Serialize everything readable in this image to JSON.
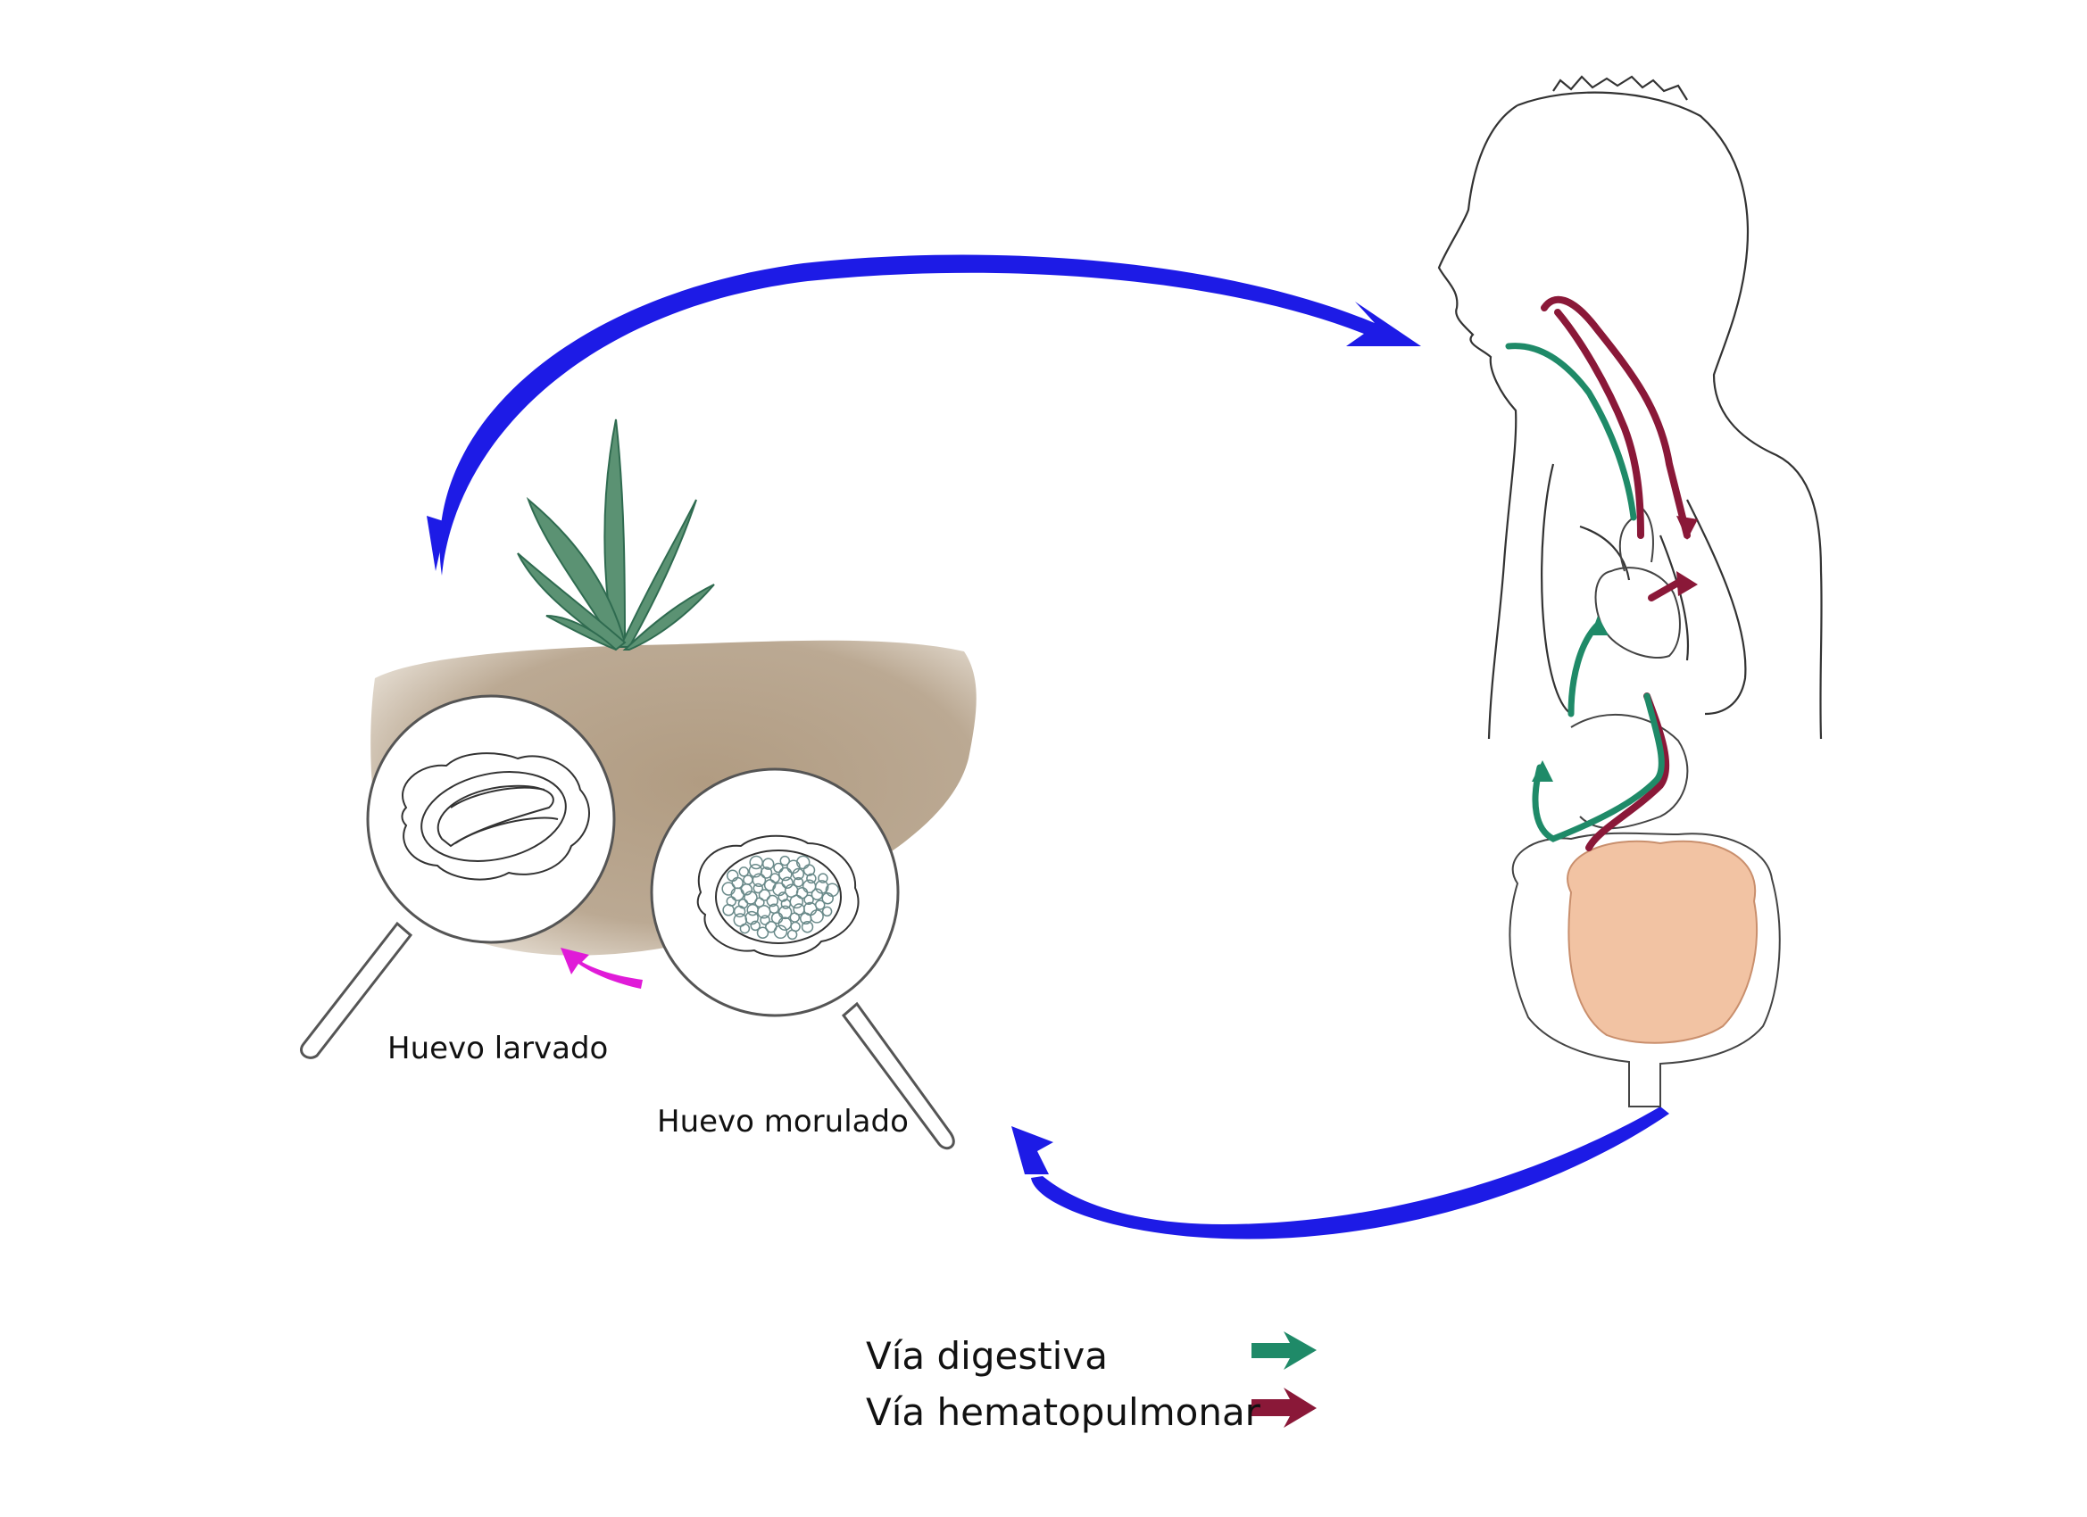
{
  "labels": {
    "egg_larvado": "Huevo larvado",
    "egg_morulado": "Huevo morulado"
  },
  "legend": [
    {
      "label": "Vía digestiva",
      "color": "#1f8a68"
    },
    {
      "label": "Vía hematopulmonar",
      "color": "#8a1838"
    }
  ],
  "colors": {
    "cycle_arrow": "#1d1be6",
    "development_arrow": "#e01bd8",
    "soil": "#b39e84",
    "plant": "#5b9273",
    "intestine": "#f2c3a3"
  }
}
